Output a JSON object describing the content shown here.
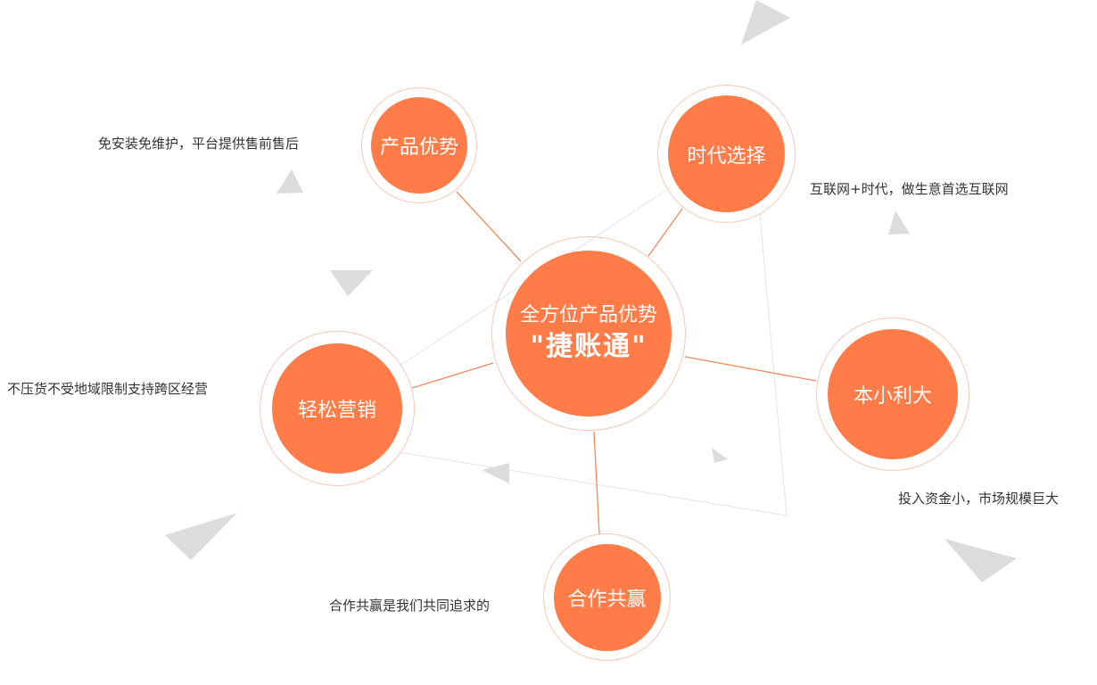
{
  "center": {
    "line1": "全方位产品优势",
    "line2": "\"捷账通\""
  },
  "nodes": {
    "product": {
      "label": "产品优势",
      "desc": "免安装免维护，平台提供售前售后"
    },
    "era": {
      "label": "时代选择",
      "desc": "互联网+时代，做生意首选互联网"
    },
    "marketing": {
      "label": "轻松营销",
      "desc": "不压货不受地域限制支持跨区经营"
    },
    "profit": {
      "label": "本小利大",
      "desc": "投入资金小，市场规模巨大"
    },
    "win": {
      "label": "合作共赢",
      "desc": "合作共赢是我们共同追求的"
    }
  },
  "colors": {
    "accent": "#ff7b47",
    "ring": "#f6c8b5",
    "connector": "#f08a5d",
    "decor": "#dcdcdc"
  }
}
